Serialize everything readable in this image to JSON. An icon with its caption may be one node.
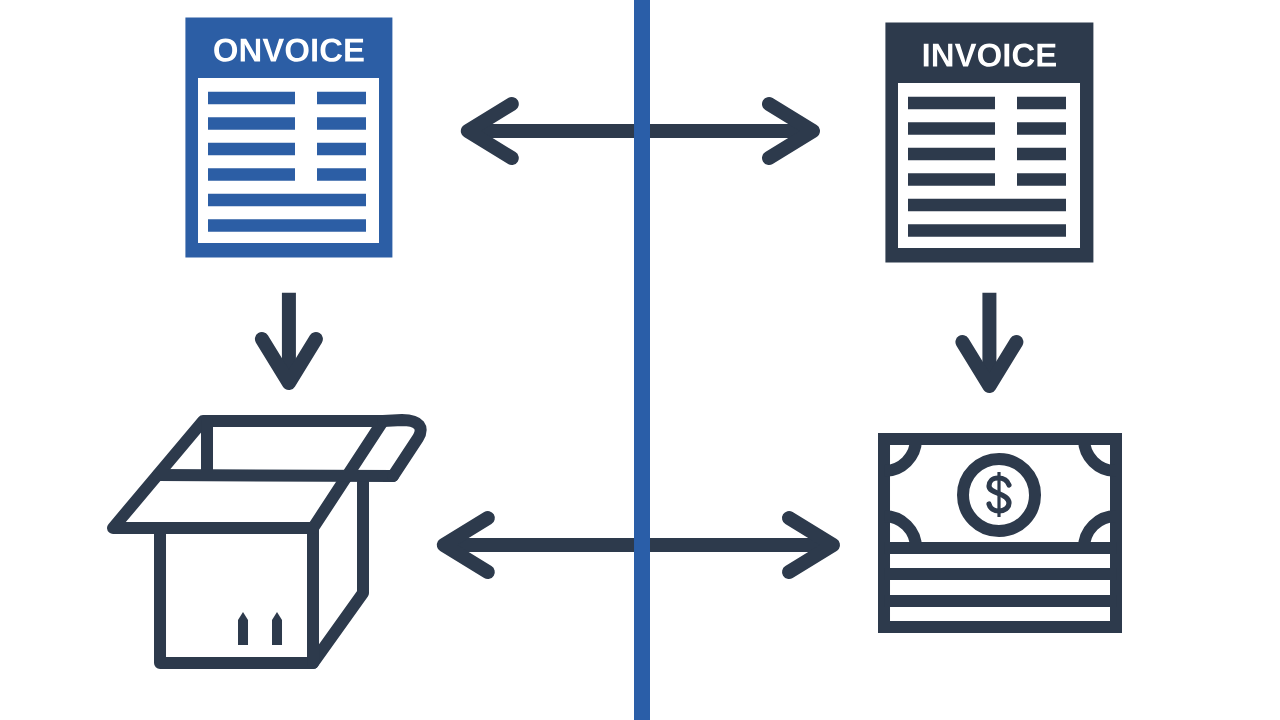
{
  "diagram": {
    "nodes": [
      {
        "text": [
          "ONVOICE"
        ]
      },
      {
        "text": [
          "INVOICE"
        ]
      },
      {
        "text": [],
        "shape": "picture"
      },
      {
        "text": [],
        "shape": "picture"
      }
    ],
    "edges": [
      {
        "from": 0,
        "to": 1,
        "arrow": "both"
      },
      {
        "from": 0,
        "to": 2,
        "arrow": "to"
      },
      {
        "from": 1,
        "to": 3,
        "arrow": "to"
      },
      {
        "from": 2,
        "to": 3,
        "arrow": "both"
      }
    ]
  }
}
